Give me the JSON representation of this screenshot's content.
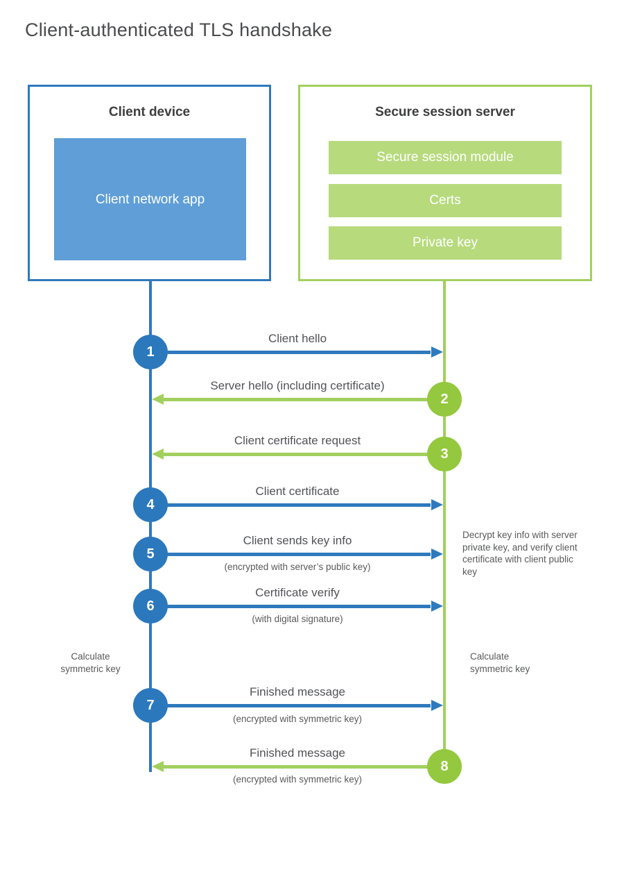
{
  "title": "Client-authenticated TLS handshake",
  "client": {
    "title": "Client device",
    "app_label": "Client network app"
  },
  "server": {
    "title": "Secure session server",
    "modules": [
      "Secure session module",
      "Certs",
      "Private key"
    ]
  },
  "messages": [
    {
      "num": "1",
      "label": "Client hello",
      "direction": "client-to-server"
    },
    {
      "num": "2",
      "label": "Server hello (including certificate)",
      "direction": "server-to-client"
    },
    {
      "num": "3",
      "label": "Client certificate request",
      "direction": "server-to-client"
    },
    {
      "num": "4",
      "label": "Client certificate",
      "direction": "client-to-server"
    },
    {
      "num": "5",
      "label": "Client sends key info",
      "sub": "(encrypted with server’s public key)",
      "direction": "client-to-server"
    },
    {
      "num": "6",
      "label": "Certificate verify",
      "sub": "(with digital signature)",
      "direction": "client-to-server"
    },
    {
      "num": "7",
      "label": "Finished message",
      "sub": "(encrypted with symmetric key)",
      "direction": "client-to-server"
    },
    {
      "num": "8",
      "label": "Finished message",
      "sub": "(encrypted with symmetric key)",
      "direction": "server-to-client"
    }
  ],
  "notes": {
    "decrypt": "Decrypt key info with server private key, and verify client certificate with client public key",
    "calc_left": "Calculate symmetric key",
    "calc_right": "Calculate symmetric key"
  },
  "colors": {
    "client_stroke": "#2e79bc",
    "client_fill": "#5f9ed7",
    "server_stroke": "#a2d05e",
    "server_circle": "#94c83e",
    "server_fill": "#b7da7d",
    "text_dark": "#3d3e40",
    "text_label": "#515256"
  }
}
